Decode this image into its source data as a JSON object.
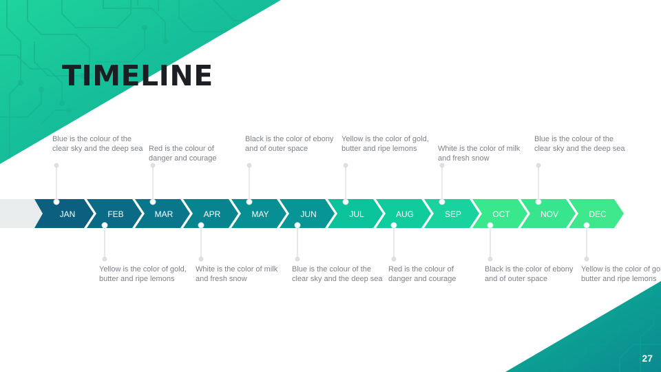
{
  "slide": {
    "title": "TIMELINE",
    "page_number": "27"
  },
  "colors": {
    "title_text": "#1b1e22",
    "caption_text": "#7c8088",
    "stub_arrow": "#e9ecec",
    "connector": "#dde0e3",
    "months": [
      "#0c5f7e",
      "#0b6a85",
      "#0a768c",
      "#08848f",
      "#078f93",
      "#079596",
      "#0ac39a",
      "#10cb9b",
      "#1ad29d",
      "#39e78d",
      "#38e58f",
      "#3fe78c"
    ]
  },
  "timeline": {
    "months": [
      "JAN",
      "FEB",
      "MAR",
      "APR",
      "MAY",
      "JUN",
      "JUL",
      "AUG",
      "SEP",
      "OCT",
      "NOV",
      "DEC"
    ],
    "captions_above": [
      {
        "month": "JAN",
        "text": "Blue is the colour  of the clear sky and the deep sea"
      },
      {
        "month": "MAR",
        "text": "Red is the colour  of danger  and courage"
      },
      {
        "month": "MAY",
        "text": "Black  is the color of ebony  and of outer space"
      },
      {
        "month": "JUL",
        "text": "Yellow is the color of gold, butter and ripe lemons"
      },
      {
        "month": "SEP",
        "text": "White is the color of milk and fresh snow"
      },
      {
        "month": "NOV",
        "text": "Blue is the colour  of the clear sky and the deep sea"
      }
    ],
    "captions_below": [
      {
        "month": "FEB",
        "text": "Yellow is the color of gold, butter and ripe lemons"
      },
      {
        "month": "APR",
        "text": "White is the color of milk and fresh snow"
      },
      {
        "month": "JUN",
        "text": "Blue is the colour  of the clear sky and the deep sea"
      },
      {
        "month": "AUG",
        "text": "Red is the colour  of danger  and courage"
      },
      {
        "month": "OCT",
        "text": "Black  is the color of ebony  and of outer space"
      },
      {
        "month": "DEC",
        "text": "Yellow is the color of gold, butter and ripe lemons"
      }
    ]
  }
}
